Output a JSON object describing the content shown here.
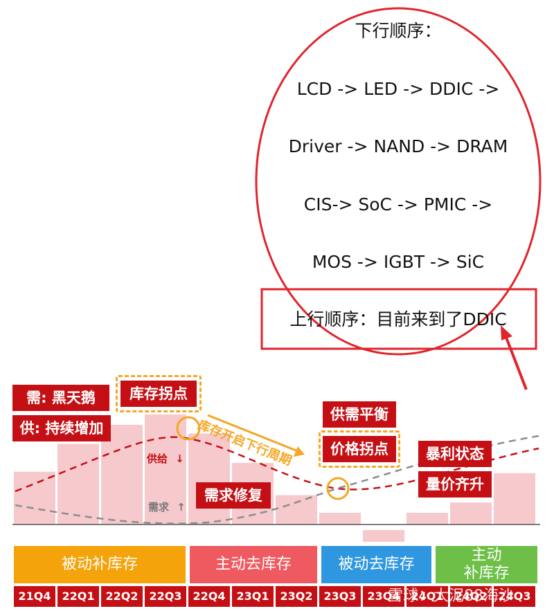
{
  "callout": {
    "down_title": "下行顺序：",
    "down_lines": [
      "LCD -> LED -> DDIC ->",
      "Driver -> NAND -> DRAM",
      "CIS-> SoC -> PMIC ->",
      "MOS -> IGBT -> SiC"
    ],
    "up_text": "上行顺序：目前来到了DDIC"
  },
  "labels": {
    "demand_black_swan": "需: 黑天鹅",
    "supply_increase": "供: 持续增加",
    "inventory_turning": "库存拐点",
    "downcycle_arrow": "库存开启下行周期",
    "supply_demand_balance": "供需平衡",
    "price_turning": "价格拐点",
    "windfall": "暴利状态",
    "volume_price_up": "量价齐升",
    "demand_repair": "需求修复",
    "supply_curve_label": "供给",
    "supply_arrow": "↓",
    "demand_curve_label": "需求",
    "demand_arrow": "↑"
  },
  "phases": [
    {
      "label": "被动补库存",
      "color": "#f5a30a"
    },
    {
      "label": "主动去库存",
      "color": "#ee5a5f"
    },
    {
      "label": "被动去库存",
      "color": "#2f97e0"
    },
    {
      "label": "主动\n补库存",
      "color": "#6dbf48"
    }
  ],
  "quarters": [
    "21Q4",
    "22Q1",
    "22Q2",
    "22Q3",
    "22Q4",
    "23Q1",
    "23Q2",
    "23Q3",
    "23Q4",
    "24Q1",
    "24Q2",
    "24Q3"
  ],
  "watermark": "雪球：大泥88海沙",
  "bars": [
    0.36,
    0.55,
    0.68,
    0.75,
    0.62,
    0.42,
    0.2,
    0.08,
    -0.08,
    0.08,
    0.15,
    0.35
  ],
  "colors": {
    "red_label": "#c40f14",
    "bar_fill": "#f6c9cc",
    "ellipse": "#e0242b",
    "supply_curve": "#c40f14",
    "demand_curve": "#8c8c8c",
    "dashed_box": "#f5a623"
  }
}
